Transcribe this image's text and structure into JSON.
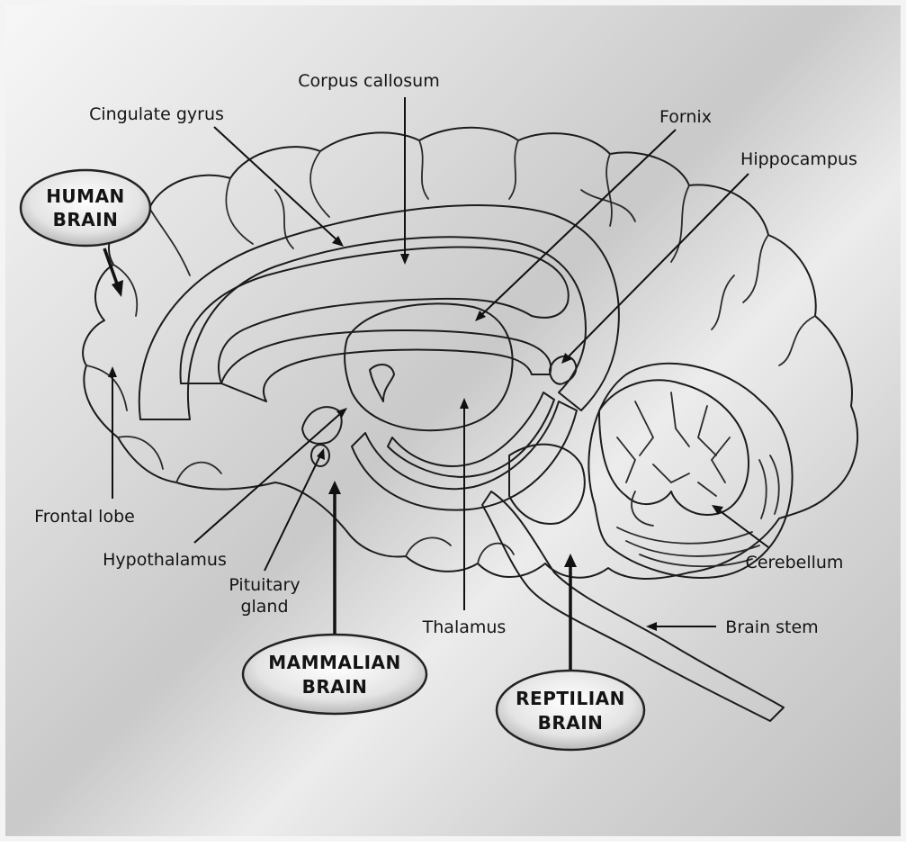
{
  "labels": {
    "corpus_callosum": "Corpus callosum",
    "cingulate_gyrus": "Cingulate gyrus",
    "fornix": "Fornix",
    "hippocampus": "Hippocampus",
    "frontal_lobe": "Frontal lobe",
    "hypothalamus": "Hypothalamus",
    "pituitary_line1": "Pituitary",
    "pituitary_line2": "gland",
    "thalamus": "Thalamus",
    "cerebellum": "Cerebellum",
    "brain_stem": "Brain stem"
  },
  "bubbles": {
    "human_line1": "HUMAN",
    "human_line2": "BRAIN",
    "mammalian_line1": "MAMMALIAN",
    "mammalian_line2": "BRAIN",
    "reptilian_line1": "REPTILIAN",
    "reptilian_line2": "BRAIN"
  },
  "colors": {
    "brain_fill": "#d5d5d5",
    "limbic_dark": "#a4a4a4",
    "white_band": "#eeeeee",
    "outline": "#1c1c1c"
  }
}
